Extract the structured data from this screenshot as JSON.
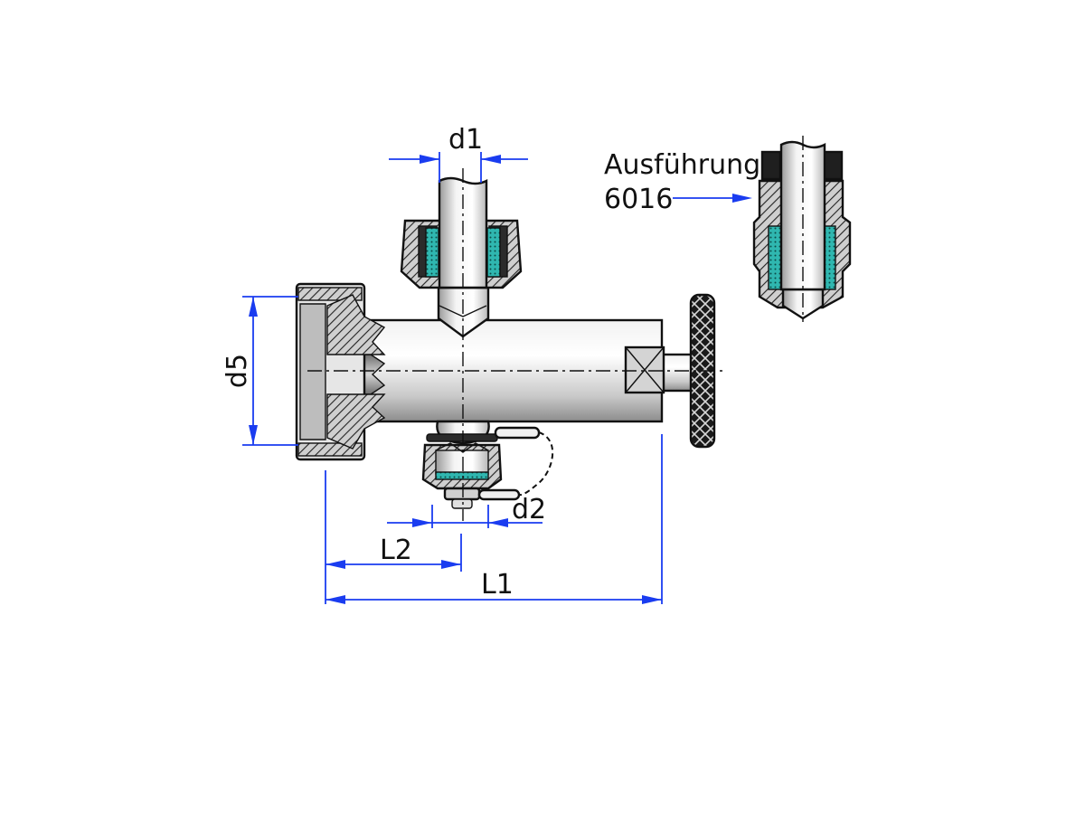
{
  "labels": {
    "d1": "d1",
    "d2": "d2",
    "d5": "d5",
    "L1": "L1",
    "L2": "L2"
  },
  "variant_note": {
    "line1": "Ausführung",
    "line2": "6016"
  },
  "colors": {
    "dimension": "#1a3cf0",
    "outline": "#111111",
    "seal": "#2fb7b0"
  }
}
